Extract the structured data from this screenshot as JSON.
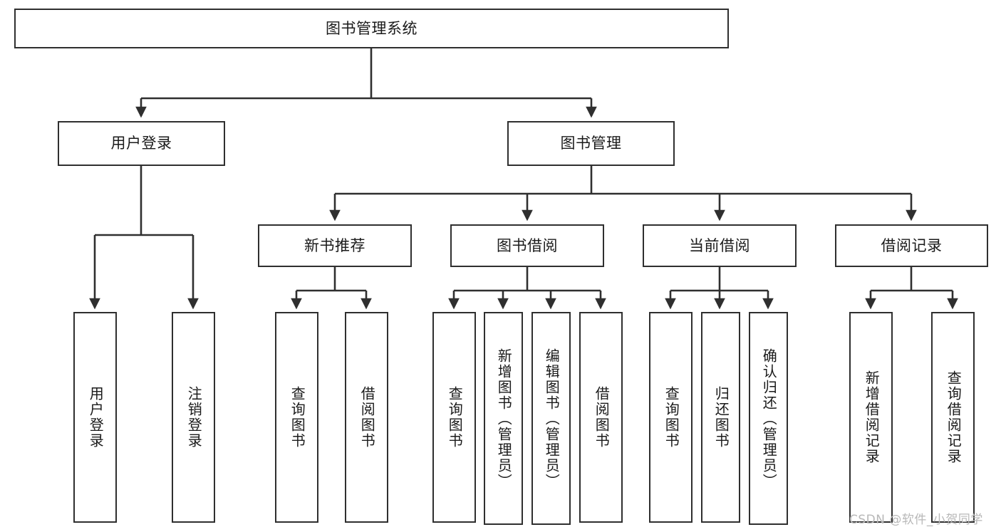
{
  "diagram": {
    "title": "图书管理系统",
    "type": "hierarchy-tree",
    "watermark": "CSDN @软件_小贺同学",
    "root": {
      "label": "图书管理系统",
      "id": "root"
    },
    "level1": [
      {
        "id": "user-login",
        "label": "用户登录"
      },
      {
        "id": "book-management",
        "label": "图书管理"
      }
    ],
    "level2": [
      {
        "id": "new-book-recommend",
        "label": "新书推荐"
      },
      {
        "id": "book-borrow",
        "label": "图书借阅"
      },
      {
        "id": "current-borrow",
        "label": "当前借阅"
      },
      {
        "id": "borrow-record",
        "label": "借阅记录"
      }
    ],
    "leaves": {
      "user_login": [
        {
          "id": "leaf-user-login",
          "label": "用户登录"
        },
        {
          "id": "leaf-logout-login",
          "label": "注销登录"
        }
      ],
      "new_book_recommend": [
        {
          "id": "leaf-query-book-1",
          "label": "查询图书"
        },
        {
          "id": "leaf-borrow-book-1",
          "label": "借阅图书"
        }
      ],
      "book_borrow": [
        {
          "id": "leaf-query-book-2",
          "label": "查询图书"
        },
        {
          "id": "leaf-add-book",
          "label": "新增图书（管理员）"
        },
        {
          "id": "leaf-edit-book",
          "label": "编辑图书（管理员）"
        },
        {
          "id": "leaf-borrow-book-2",
          "label": "借阅图书"
        }
      ],
      "current_borrow": [
        {
          "id": "leaf-query-book-3",
          "label": "查询图书"
        },
        {
          "id": "leaf-return-book",
          "label": "归还图书"
        },
        {
          "id": "leaf-confirm-return",
          "label": "确认归还（管理员）"
        }
      ],
      "borrow_record": [
        {
          "id": "leaf-add-record",
          "label": "新增借阅记录"
        },
        {
          "id": "leaf-query-record",
          "label": "查询借阅记录"
        }
      ]
    },
    "colors": {
      "stroke": "#2f2f2f",
      "fill": "#ffffff",
      "text": "#1a1a1a",
      "watermark": "#b8b8b8"
    }
  }
}
